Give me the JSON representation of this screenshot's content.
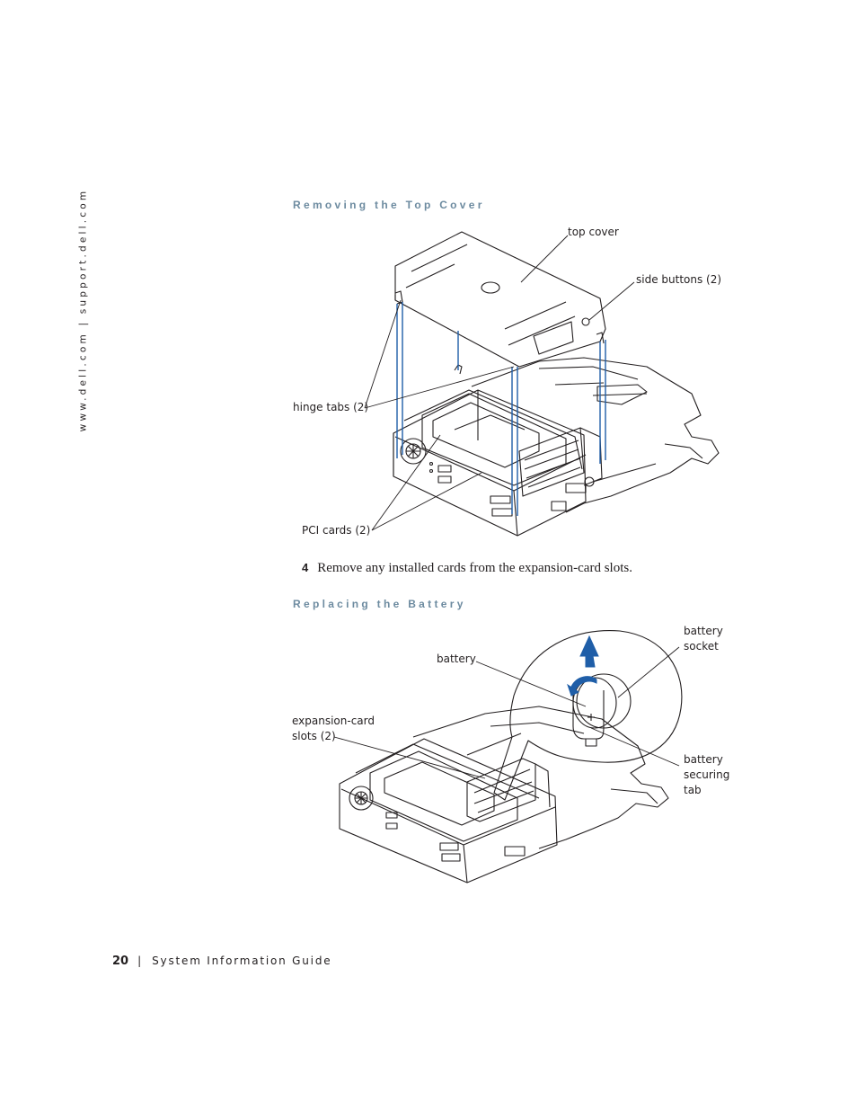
{
  "sidebar": {
    "url": "www.dell.com | support.dell.com"
  },
  "section1": {
    "title": "Removing the Top Cover",
    "labels": {
      "top_cover": "top cover",
      "side_buttons": "side buttons (2)",
      "hinge_tabs": "hinge tabs (2)",
      "pci_cards": "PCI cards (2)"
    }
  },
  "step": {
    "number": "4",
    "text": "Remove any installed cards from the expansion-card slots."
  },
  "section2": {
    "title": "Replacing the Battery",
    "labels": {
      "battery": "battery",
      "battery_socket_l1": "battery",
      "battery_socket_l2": "socket",
      "expansion_l1": "expansion-card",
      "expansion_l2": "slots (2)",
      "securing_l1": "battery",
      "securing_l2": "securing",
      "securing_l3": "tab"
    }
  },
  "footer": {
    "page_number": "20",
    "separator": "|",
    "guide": "System Information Guide"
  },
  "colors": {
    "heading": "#6d8ba0",
    "guide_line": "#1f5ea8",
    "text": "#231f20"
  }
}
